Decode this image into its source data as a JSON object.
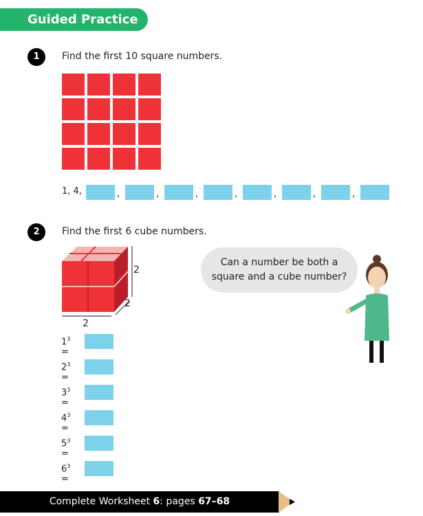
{
  "header": {
    "title": "Guided Practice"
  },
  "q1": {
    "number": "1",
    "text": "Find the first 10 square numbers.",
    "given": "1, 4,",
    "blanks": 8,
    "separator": ","
  },
  "q2": {
    "number": "2",
    "text": "Find the first 6 cube numbers.",
    "dims": [
      "2",
      "2",
      "2"
    ],
    "rows": [
      {
        "base": "1",
        "exp": "3"
      },
      {
        "base": "2",
        "exp": "3"
      },
      {
        "base": "3",
        "exp": "3"
      },
      {
        "base": "4",
        "exp": "3"
      },
      {
        "base": "5",
        "exp": "3"
      },
      {
        "base": "6",
        "exp": "3"
      }
    ],
    "equals": "="
  },
  "bubble": {
    "line1": "Can a number be both a",
    "line2": "square and a cube number?"
  },
  "footer": {
    "pre": "Complete Worksheet ",
    "ws": "6",
    "mid": ": pages ",
    "pages": "67–68"
  }
}
